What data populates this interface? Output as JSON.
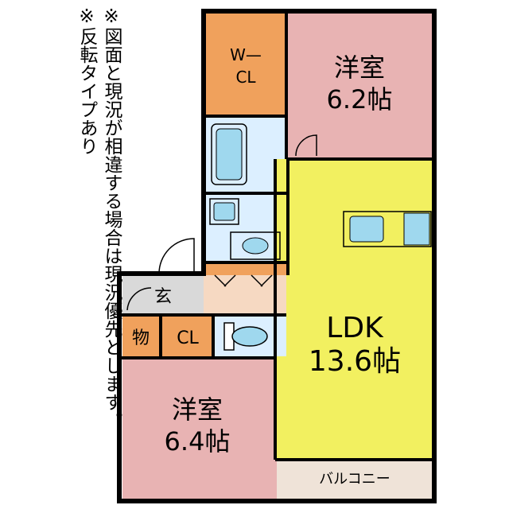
{
  "notes": [
    "※図面と現況が相違する場合は現況優先とします。",
    "※反転タイプあり"
  ],
  "rooms": {
    "wcl": {
      "line1": "W—",
      "line2": "CL",
      "color": "#f0a15c"
    },
    "western_top": {
      "line1": "洋室",
      "line2": "6.2帖",
      "color": "#e8b3b3"
    },
    "ldk": {
      "line1": "LDK",
      "line2": "13.6帖",
      "color": "#f2f060"
    },
    "entrance": {
      "label": "玄",
      "color": "#d9d9d9"
    },
    "storage": {
      "label": "物",
      "color": "#f0a15c"
    },
    "closet": {
      "label": "CL",
      "color": "#f0a15c"
    },
    "western_bottom": {
      "line1": "洋室",
      "line2": "6.4帖",
      "color": "#e8b3b3"
    },
    "balcony": {
      "label": "バルコニー",
      "color": "#efe3d8"
    }
  },
  "colors": {
    "wet_area": "#dcefff",
    "hall": "#f6d9c2",
    "fixture": "#9fd8ee",
    "wall": "#000000"
  }
}
